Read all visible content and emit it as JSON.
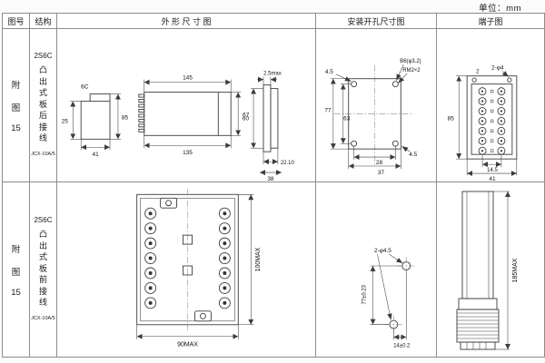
{
  "page": {
    "unit_label": "单位：mm"
  },
  "headers": {
    "fig_no": "图号",
    "structure": "结构",
    "outline": "外 形 尺 寸 图",
    "mounting": "安装开孔尺寸图",
    "terminal": "端子图"
  },
  "rows": [
    {
      "fig": {
        "l1": "附",
        "l2": "图",
        "l3": "15"
      },
      "structure": {
        "model": "2S6C",
        "chars": [
          "凸",
          "出",
          "式",
          "板",
          "后",
          "接",
          "线"
        ],
        "code": "JCX-10A/5"
      },
      "outline": {
        "pin_label": "6C",
        "d25": "25",
        "d41": "41",
        "d85": "85",
        "d145": "145",
        "d135": "135",
        "d67": "67",
        "d25max": "2.5max",
        "d60": "60",
        "d2210": "22.10",
        "d38": "38"
      },
      "mounting": {
        "d45_top": "4.5",
        "hole_label": "B6(φ3.2)",
        "screw_label": "RM2×2",
        "d77": "77",
        "d63": "63",
        "d28": "28",
        "d37": "37",
        "d45_right": "4.5"
      },
      "terminal": {
        "hole_label": "2-φ4",
        "t2": "2",
        "d85": "85",
        "d145": "14.5",
        "d41": "41"
      }
    },
    {
      "fig": {
        "l1": "附",
        "l2": "图",
        "l3": "15"
      },
      "structure": {
        "model": "2S6C",
        "chars": [
          "凸",
          "出",
          "式",
          "板",
          "前",
          "接",
          "线"
        ],
        "code": "JCX-10A/5"
      },
      "outline": {
        "d90": "90MAX",
        "d100": "100MAX"
      },
      "mounting": {
        "hole_label": "2-φ4.5",
        "d77": "77±0.23",
        "d14": "14±0.2"
      },
      "terminal": {
        "d185": "185MAX"
      }
    }
  ]
}
